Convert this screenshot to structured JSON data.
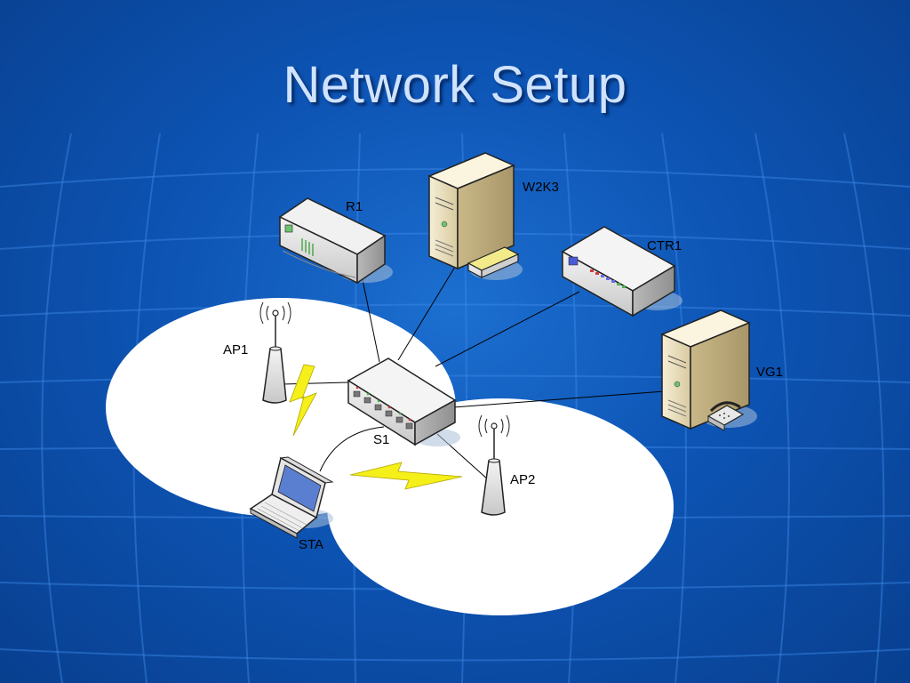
{
  "slide": {
    "title": "Network Setup"
  },
  "diagram": {
    "nodes": [
      {
        "id": "R1",
        "label": "R1",
        "kind": "router"
      },
      {
        "id": "W2K3",
        "label": "W2K3",
        "kind": "server"
      },
      {
        "id": "CTR1",
        "label": "CTR1",
        "kind": "controller"
      },
      {
        "id": "VG1",
        "label": "VG1",
        "kind": "voice-gateway"
      },
      {
        "id": "AP1",
        "label": "AP1",
        "kind": "access-point"
      },
      {
        "id": "AP2",
        "label": "AP2",
        "kind": "access-point"
      },
      {
        "id": "S1",
        "label": "S1",
        "kind": "switch"
      },
      {
        "id": "STA",
        "label": "STA",
        "kind": "laptop"
      }
    ],
    "links": [
      {
        "from": "S1",
        "to": "R1",
        "type": "wired"
      },
      {
        "from": "S1",
        "to": "W2K3",
        "type": "wired"
      },
      {
        "from": "S1",
        "to": "CTR1",
        "type": "wired"
      },
      {
        "from": "S1",
        "to": "VG1",
        "type": "wired"
      },
      {
        "from": "S1",
        "to": "AP1",
        "type": "wired"
      },
      {
        "from": "S1",
        "to": "AP2",
        "type": "wired"
      },
      {
        "from": "S1",
        "to": "STA",
        "type": "wired"
      },
      {
        "from": "AP1",
        "to": "STA",
        "type": "wireless"
      },
      {
        "from": "AP2",
        "to": "STA",
        "type": "wireless"
      }
    ],
    "coverage_areas": [
      "AP1",
      "AP2"
    ]
  },
  "colors": {
    "background": "#0d54b4",
    "title": "#cfe3ff",
    "coverage": "#ffffff",
    "lightning": "#f5ef1a"
  }
}
